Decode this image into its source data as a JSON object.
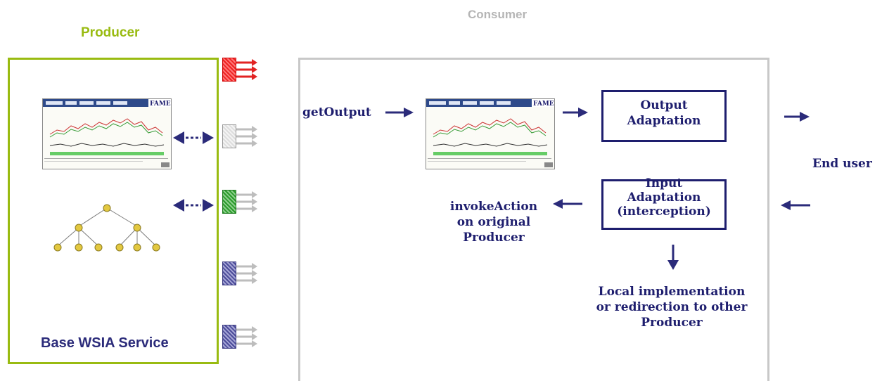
{
  "producer": {
    "title": "Producer",
    "service_label": "Base WSIA Service",
    "screenshot_brand": "FAME"
  },
  "consumer": {
    "title": "Consumer",
    "get_output_label": "getOutput",
    "output_adaptation": [
      "Output",
      "Adaptation"
    ],
    "input_adaptation": [
      "Input",
      "Adaptation",
      "(interception)"
    ],
    "invoke_action": [
      "invokeAction",
      "on original",
      "Producer"
    ],
    "local_implementation": [
      "Local implementation",
      "or redirection to other",
      "Producer"
    ],
    "end_user_label": "End user"
  },
  "colors": {
    "producer_border": "#99bb11",
    "consumer_border": "#c8c8c8",
    "arrow": "#2b2b7a",
    "port_red": "#e22222",
    "port_green": "#2a9a2a",
    "port_blue": "#4d4d9a",
    "tree_node": "#e3c840"
  },
  "icons": [
    "portlet-screenshot-icon",
    "hierarchy-tree-icon",
    "port-icon",
    "bidirectional-arrow-icon"
  ]
}
